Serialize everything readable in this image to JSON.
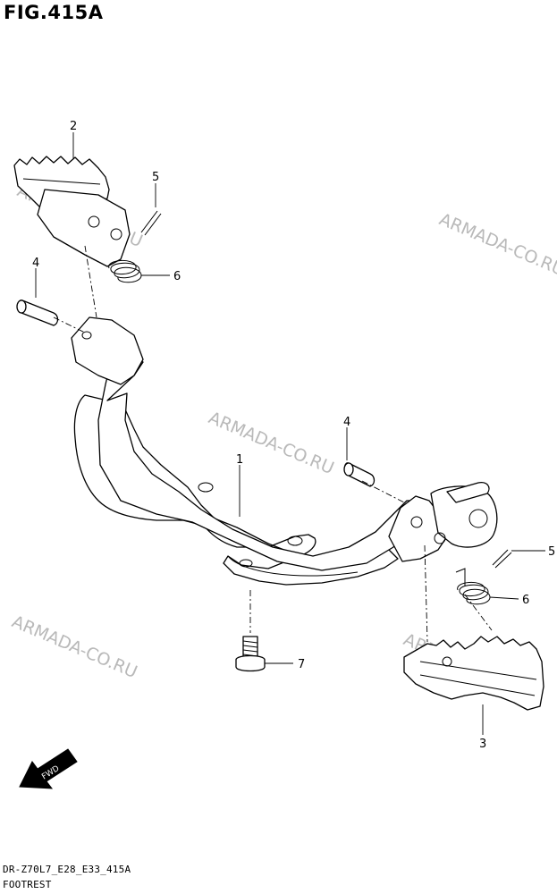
{
  "figure_title": "FIG.415A",
  "watermark": "ARMADA-CO.RU",
  "callouts": [
    "1",
    "2",
    "3",
    "4",
    "4",
    "5",
    "5",
    "6",
    "6",
    "7"
  ],
  "fwd_label": "FWD",
  "footer": {
    "code": "DR-Z70L7_E28_E33_415A",
    "name": "FOOTREST"
  }
}
